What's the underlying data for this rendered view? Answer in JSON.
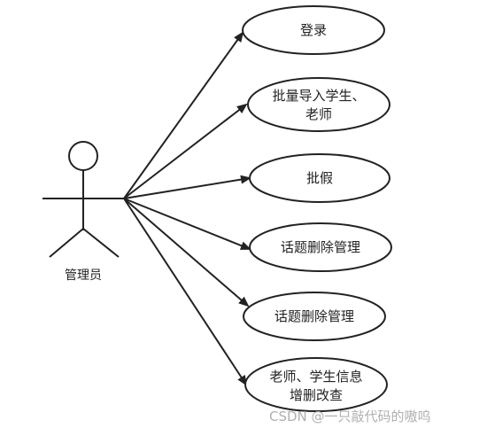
{
  "actor": {
    "label": "管理员"
  },
  "use_cases": [
    {
      "lines": [
        "登录"
      ]
    },
    {
      "lines": [
        "批量导入学生、",
        "老师"
      ]
    },
    {
      "lines": [
        "批假"
      ]
    },
    {
      "lines": [
        "话题删除管理"
      ]
    },
    {
      "lines": [
        "话题删除管理"
      ]
    },
    {
      "lines": [
        "老师、学生信息",
        "增删改查"
      ]
    }
  ],
  "watermark": "CSDN @一只敲代码的嗷呜",
  "colors": {
    "stroke": "#222222",
    "background": "#ffffff",
    "watermark": "#b0b0b0"
  }
}
